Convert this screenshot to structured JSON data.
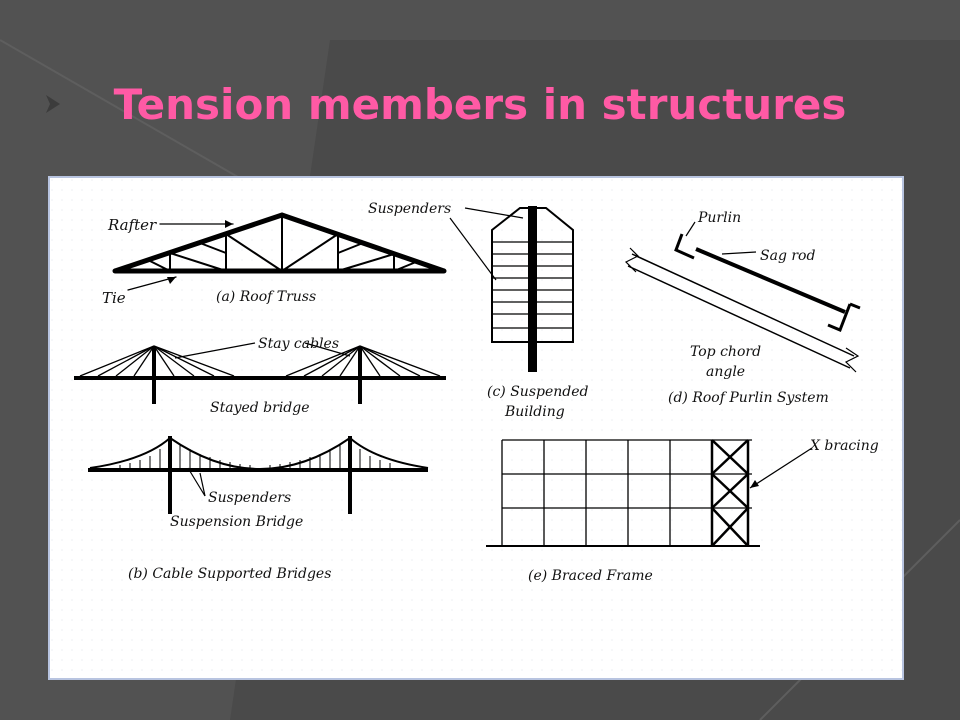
{
  "slide": {
    "title": "Tension members in structures",
    "colors": {
      "title": "#ff5aa5",
      "background": "#4a4a4a",
      "panel": "#ffffff",
      "frame": "#b8c4e0",
      "ink": "#111111"
    }
  },
  "figure": {
    "roof_truss": {
      "rafter": "Rafter",
      "tie": "Tie",
      "caption": "(a) Roof Truss"
    },
    "stayed_bridge": {
      "stay_cables": "Stay cables",
      "caption": "Stayed bridge"
    },
    "suspension_bridge": {
      "suspenders": "Suspenders",
      "caption": "Suspension Bridge"
    },
    "cable_bridges_caption": "(b) Cable Supported Bridges",
    "suspended_building": {
      "suspenders": "Suspenders",
      "caption_line1": "(c) Suspended",
      "caption_line2": "Building"
    },
    "purlin_system": {
      "purlin": "Purlin",
      "sag_rod": "Sag rod",
      "top_chord_line1": "Top chord",
      "top_chord_line2": "angle",
      "caption": "(d) Roof Purlin System"
    },
    "braced_frame": {
      "x_bracing": "X bracing",
      "caption": "(e) Braced Frame"
    }
  }
}
